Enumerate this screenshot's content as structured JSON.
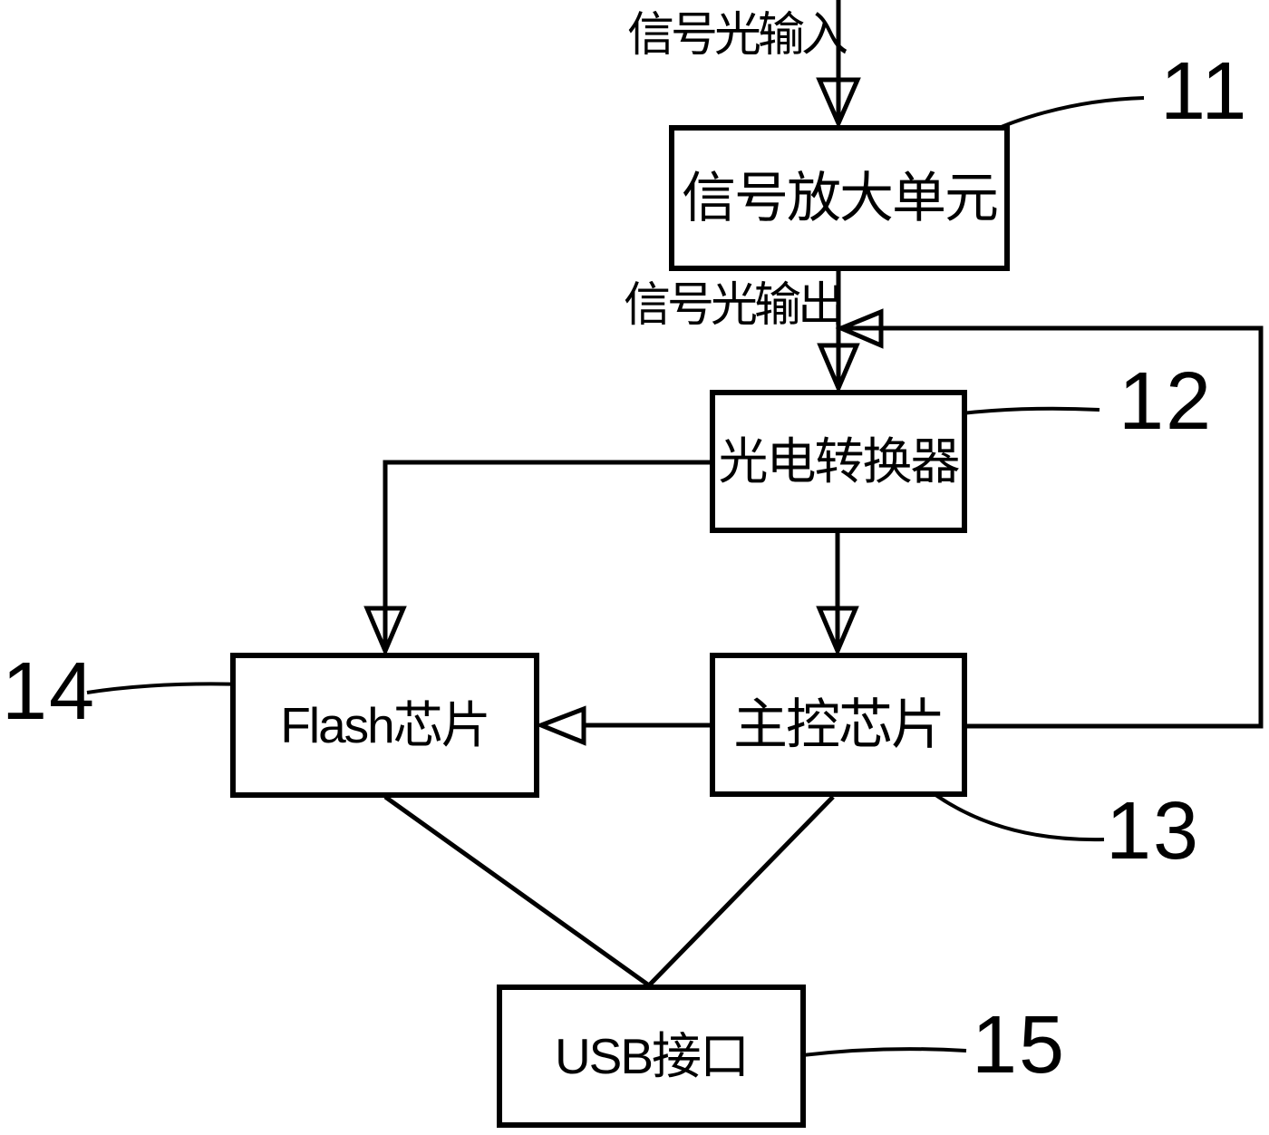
{
  "diagram": {
    "background_color": "#ffffff",
    "stroke_color": "#000000",
    "flow_labels": {
      "signal_input": "信号光输入",
      "signal_output": "信号光输出"
    },
    "nodes": {
      "amplifier": {
        "label": "信号放大单元",
        "ref": "11"
      },
      "converter": {
        "label": "光电转换器",
        "ref": "12"
      },
      "controller": {
        "label": "主控芯片",
        "ref": "13"
      },
      "flash": {
        "label": "Flash芯片",
        "ref": "14"
      },
      "usb": {
        "label": "USB接口",
        "ref": "15"
      }
    }
  }
}
